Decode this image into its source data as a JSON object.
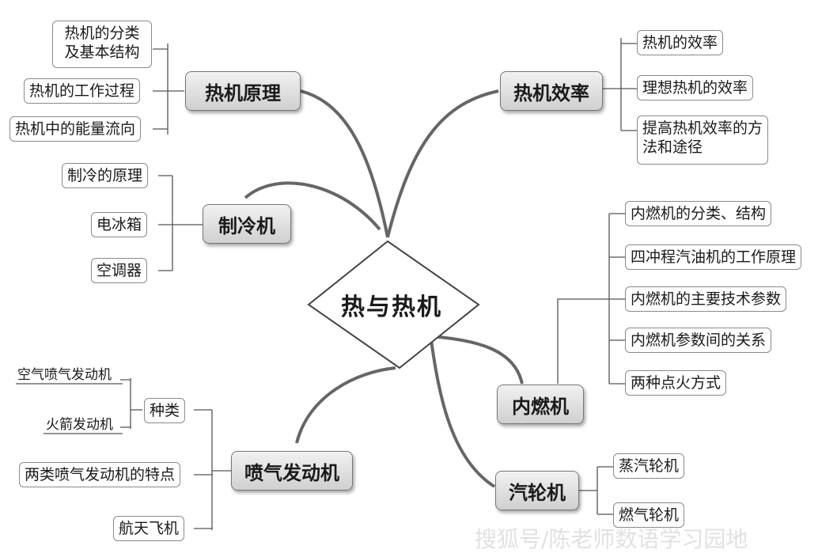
{
  "center": "热与热机",
  "branches": {
    "principle": {
      "title": "热机原理",
      "items": [
        "热机的分类及基本结构",
        "热机的工作过程",
        "热机中的能量流向"
      ]
    },
    "refrigerator": {
      "title": "制冷机",
      "items": [
        "制冷的原理",
        "电冰箱",
        "空调器"
      ]
    },
    "jet": {
      "title": "喷气发动机",
      "category": "种类",
      "category_items": [
        "空气喷气发动机",
        "火箭发动机"
      ],
      "items": [
        "两类喷气发动机的特点",
        "航天飞机"
      ]
    },
    "efficiency": {
      "title": "热机效率",
      "items": [
        "热机的效率",
        "理想热机的效率",
        "提高热机效率的方法和途径"
      ]
    },
    "ice": {
      "title": "内燃机",
      "items": [
        "内燃机的分类、结构",
        "四冲程汽油机的工作原理",
        "内燃机的主要技术参数",
        "内燃机参数间的关系",
        "两种点火方式"
      ]
    },
    "turbine": {
      "title": "汽轮机",
      "items": [
        "蒸汽轮机",
        "燃气轮机"
      ]
    }
  },
  "watermark": "搜狐号/陈老师数语学习园地",
  "colors": {
    "border": "#8a8a8a",
    "line": "#555555",
    "main_fill_top": "#f1f1f1",
    "main_fill_bottom": "#d0d0d0"
  }
}
